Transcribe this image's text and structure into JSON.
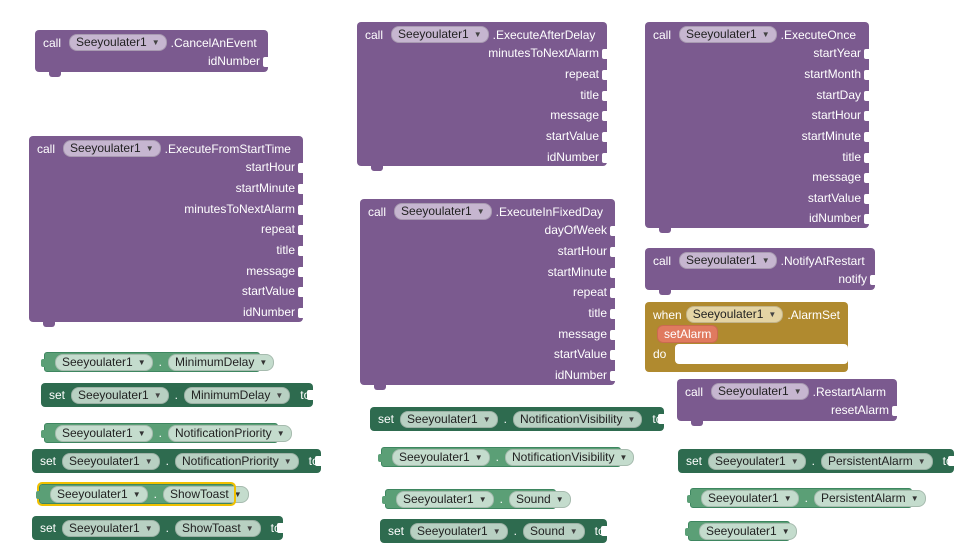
{
  "component": "Seeyoulater1",
  "kw": {
    "call": "call",
    "set": "set",
    "to": "to",
    "when": "when",
    "do": "do",
    "dot": "."
  },
  "cancel": {
    "method": ".CancelAnEvent",
    "params": [
      "idNumber"
    ]
  },
  "afterDelay": {
    "method": ".ExecuteAfterDelay",
    "params": [
      "minutesToNextAlarm",
      "repeat",
      "title",
      "message",
      "startValue",
      "idNumber"
    ]
  },
  "once": {
    "method": ".ExecuteOnce",
    "params": [
      "startYear",
      "startMonth",
      "startDay",
      "startHour",
      "startMinute",
      "title",
      "message",
      "startValue",
      "idNumber"
    ]
  },
  "fromStart": {
    "method": ".ExecuteFromStartTime",
    "params": [
      "startHour",
      "startMinute",
      "minutesToNextAlarm",
      "repeat",
      "title",
      "message",
      "startValue",
      "idNumber"
    ]
  },
  "fixedDay": {
    "method": ".ExecuteInFixedDay",
    "params": [
      "dayOfWeek",
      "startHour",
      "startMinute",
      "repeat",
      "title",
      "message",
      "startValue",
      "idNumber"
    ]
  },
  "notify": {
    "method": ".NotifyAtRestart",
    "params": [
      "notify"
    ]
  },
  "alarmSet": {
    "event": ".AlarmSet",
    "arg": "setAlarm"
  },
  "restart": {
    "method": ".RestartAlarm",
    "params": [
      "resetAlarm"
    ]
  },
  "props": {
    "minimumDelay": "MinimumDelay",
    "notificationPriority": "NotificationPriority",
    "showToast": "ShowToast",
    "notificationVisibility": "NotificationVisibility",
    "sound": "Sound",
    "persistentAlarm": "PersistentAlarm"
  }
}
